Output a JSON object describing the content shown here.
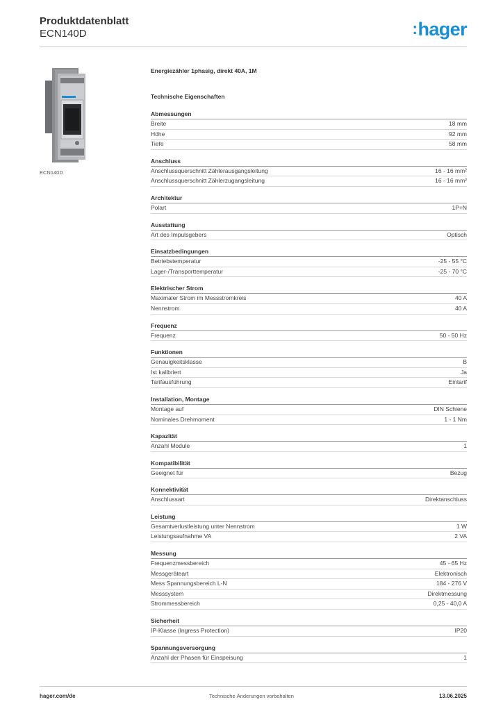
{
  "header": {
    "title": "Produktdatenblatt",
    "subtitle": "ECN140D",
    "logo_text": "hager",
    "logo_color": "#1a8fd4"
  },
  "product": {
    "image_caption": "ECN140D",
    "name": "Energiezähler 1phasig, direkt 40A, 1M",
    "specs_heading": "Technische Eigenschaften"
  },
  "sections": [
    {
      "title": "Abmessungen",
      "rows": [
        {
          "label": "Breite",
          "value": "18 mm"
        },
        {
          "label": "Höhe",
          "value": "92 mm"
        },
        {
          "label": "Tiefe",
          "value": "58 mm"
        }
      ]
    },
    {
      "title": "Anschluss",
      "rows": [
        {
          "label": "Anschlussquerschnitt Zählerausgangsleitung",
          "value": "16 - 16 mm²"
        },
        {
          "label": "Anschlussquerschnitt Zählerzugangsleitung",
          "value": "16 - 16 mm²"
        }
      ]
    },
    {
      "title": "Architektur",
      "rows": [
        {
          "label": "Polart",
          "value": "1P+N"
        }
      ]
    },
    {
      "title": "Ausstattung",
      "rows": [
        {
          "label": "Art des Impulsgebers",
          "value": "Optisch"
        }
      ]
    },
    {
      "title": "Einsatzbedingungen",
      "rows": [
        {
          "label": "Betriebstemperatur",
          "value": "-25 - 55 °C"
        },
        {
          "label": "Lager-/Transporttemperatur",
          "value": "-25 - 70 °C"
        }
      ]
    },
    {
      "title": "Elektrischer Strom",
      "rows": [
        {
          "label": "Maximaler Strom im Messstromkreis",
          "value": "40 A"
        },
        {
          "label": "Nennstrom",
          "value": "40 A"
        }
      ]
    },
    {
      "title": "Frequenz",
      "rows": [
        {
          "label": "Frequenz",
          "value": "50 - 50 Hz"
        }
      ]
    },
    {
      "title": "Funktionen",
      "rows": [
        {
          "label": "Genauigkeitsklasse",
          "value": "B"
        },
        {
          "label": "Ist kalibriert",
          "value": "Ja"
        },
        {
          "label": "Tarifausführung",
          "value": "Eintarif"
        }
      ]
    },
    {
      "title": "Installation, Montage",
      "rows": [
        {
          "label": "Montage auf",
          "value": "DIN Schiene"
        },
        {
          "label": "Nominales Drehmoment",
          "value": "1 - 1 Nm"
        }
      ]
    },
    {
      "title": "Kapazität",
      "rows": [
        {
          "label": "Anzahl Module",
          "value": "1"
        }
      ]
    },
    {
      "title": "Kompatibilität",
      "rows": [
        {
          "label": "Geeignet für",
          "value": "Bezug"
        }
      ]
    },
    {
      "title": "Konnektivität",
      "rows": [
        {
          "label": "Anschlussart",
          "value": "Direktanschluss"
        }
      ]
    },
    {
      "title": "Leistung",
      "rows": [
        {
          "label": "Gesamtverlustleistung unter Nennstrom",
          "value": "1 W"
        },
        {
          "label": "Leistungsaufnahme VA",
          "value": "2 VA"
        }
      ]
    },
    {
      "title": "Messung",
      "rows": [
        {
          "label": "Frequenzmessbereich",
          "value": "45 - 65 Hz"
        },
        {
          "label": "Messgeräteart",
          "value": "Elektronisch"
        },
        {
          "label": "Mess Spannungsbereich L-N",
          "value": "184 - 276 V"
        },
        {
          "label": "Messsystem",
          "value": "Direktmessung"
        },
        {
          "label": "Strommessbereich",
          "value": "0,25 - 40,0 A"
        }
      ]
    },
    {
      "title": "Sicherheit",
      "rows": [
        {
          "label": "IP-Klasse (Ingress Protection)",
          "value": "IP20"
        }
      ]
    },
    {
      "title": "Spannungsversorgung",
      "rows": [
        {
          "label": "Anzahl der Phasen für Einspeisung",
          "value": "1"
        }
      ]
    }
  ],
  "footer": {
    "website": "hager.com/de",
    "disclaimer": "Technische Änderungen vorbehalten",
    "date": "13.06.2025"
  }
}
